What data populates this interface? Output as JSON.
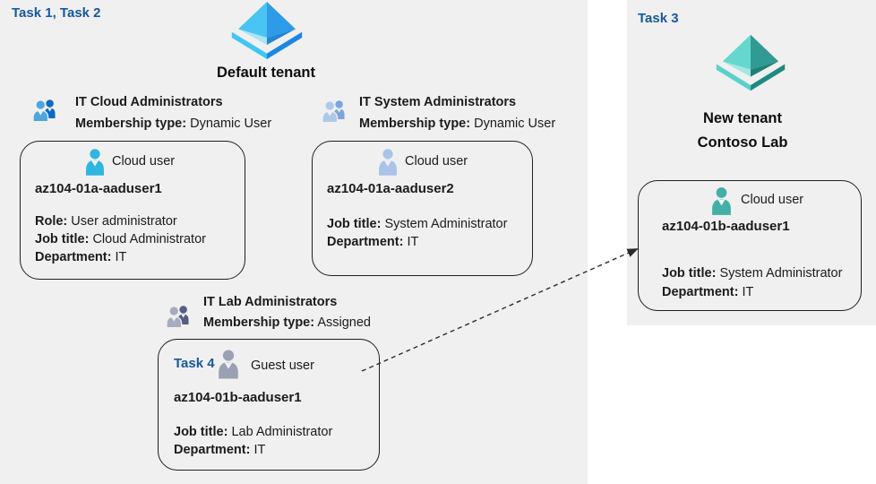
{
  "left_panel": {
    "task_label": "Task 1, Task 2",
    "tenant_name": "Default tenant"
  },
  "right_panel": {
    "task_label": "Task 3",
    "tenant_name_line1": "New tenant",
    "tenant_name_line2": "Contoso Lab"
  },
  "groups": [
    {
      "name": "IT Cloud Administrators",
      "membership_label": "Membership type:",
      "membership_value": "Dynamic User"
    },
    {
      "name": "IT System Administrators",
      "membership_label": "Membership type:",
      "membership_value": "Dynamic User"
    },
    {
      "name": "IT Lab Administrators",
      "membership_label": "Membership type:",
      "membership_value": "Assigned"
    }
  ],
  "cards": [
    {
      "user_type": "Cloud user",
      "name": "az104-01a-aaduser1",
      "fields": [
        {
          "label": "Role:",
          "value": "User administrator"
        },
        {
          "label": "Job title:",
          "value": "Cloud Administrator"
        },
        {
          "label": "Department:",
          "value": "IT"
        }
      ]
    },
    {
      "user_type": "Cloud user",
      "name": "az104-01a-aaduser2",
      "fields": [
        {
          "label": "Job title:",
          "value": "System Administrator"
        },
        {
          "label": "Department:",
          "value": "IT"
        }
      ]
    },
    {
      "task_label": "Task 4",
      "user_type": "Guest user",
      "name": "az104-01b-aaduser1",
      "fields": [
        {
          "label": "Job title:",
          "value": "Lab Administrator"
        },
        {
          "label": "Department:",
          "value": "IT"
        }
      ]
    },
    {
      "user_type": "Cloud user",
      "name": "az104-01b-aaduser1",
      "fields": [
        {
          "label": "Job title:",
          "value": "System Administrator"
        },
        {
          "label": "Department:",
          "value": "IT"
        }
      ]
    }
  ],
  "colors": {
    "panel_bg": "#f0f0f1",
    "task_label": "#17599b",
    "text": "#1b1b1b",
    "card_border": "#1f1f1f",
    "arrow": "#2b2b2b",
    "tenant_blue": {
      "top_left": "#4ac4f3",
      "top_right": "#2e9be8",
      "bottom_left": "#abe3f9",
      "bottom_right": "#2387d2",
      "base_left": "#40c6f4",
      "base_right": "#1c87e2"
    },
    "tenant_teal": {
      "top_left": "#66d7ce",
      "top_right": "#319a92",
      "bottom_left": "#a5e6e0",
      "bottom_right": "#1d8077",
      "base_left": "#58d2c9",
      "base_right": "#1f8a81"
    },
    "group_blue": {
      "front": "#4ea6dd",
      "back": "#0d6bc4"
    },
    "group_steel": {
      "front": "#adc9e9",
      "back": "#7ca5db"
    },
    "group_gray": {
      "front": "#a6abbf",
      "back": "#555e85"
    },
    "user_cyan": "#2fb7e0",
    "user_steel": "#a9c4e6",
    "user_gray": "#9aa1b5",
    "user_teal": "#43afa7"
  }
}
